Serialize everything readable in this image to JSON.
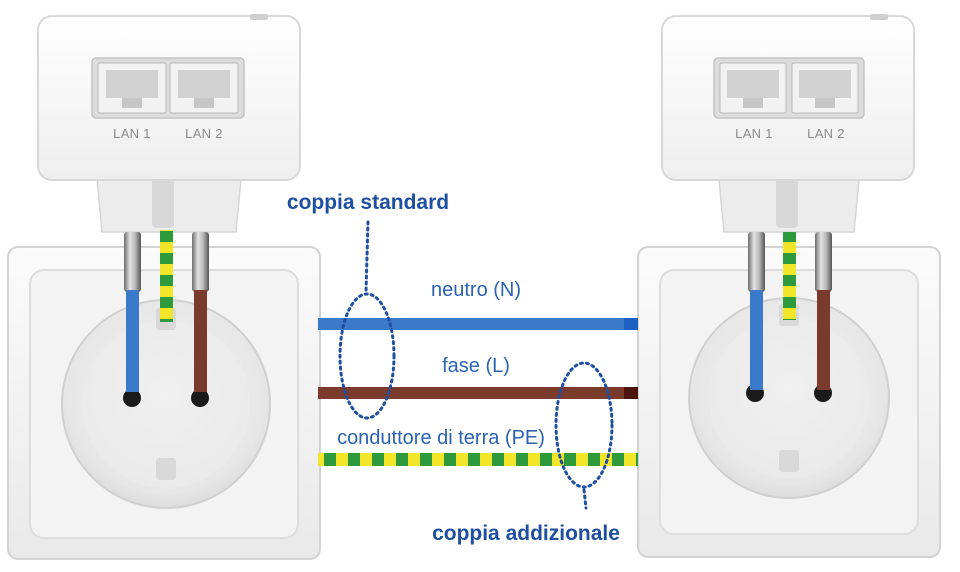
{
  "adapters": [
    {
      "name": "left",
      "ports": [
        "LAN 1",
        "LAN 2"
      ]
    },
    {
      "name": "right",
      "ports": [
        "LAN 1",
        "LAN 2"
      ]
    }
  ],
  "wires": {
    "neutral": {
      "label": "neutro (N)",
      "color": "#3b7ac9"
    },
    "phase": {
      "label": "fase (L)",
      "color": "#7a3a2c"
    },
    "earth": {
      "label": "conduttore di terra (PE)",
      "colors": [
        "#f2e62a",
        "#2f9a3c"
      ]
    }
  },
  "callouts": {
    "standard": "coppia standard",
    "additional": "coppia addizionale"
  },
  "colors": {
    "label_blue": "#2a63b4",
    "callout_blue": "#1f4fa1"
  }
}
